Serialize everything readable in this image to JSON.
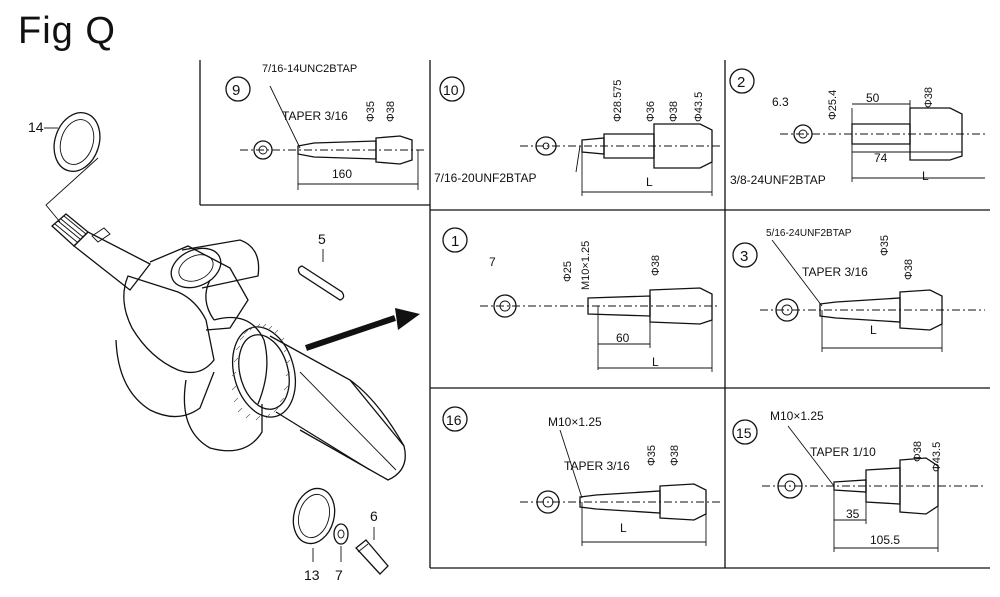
{
  "figure": {
    "title": "Fig Q"
  },
  "callouts": {
    "c14": "14",
    "c5": "5",
    "c6": "6",
    "c13": "13",
    "c7": "7"
  },
  "panels": [
    {
      "id": "9",
      "labels": [
        "7/16-14UNC2BTAP",
        "TAPER 3/16",
        "Φ35",
        "Φ38",
        "160"
      ]
    },
    {
      "id": "10",
      "labels": [
        "Φ28.575",
        "Φ36",
        "Φ38",
        "Φ43.5",
        "7/16-20UNF2BTAP",
        "L"
      ]
    },
    {
      "id": "2",
      "labels": [
        "6.3",
        "Φ25.4",
        "50",
        "Φ38",
        "3/8-24UNF2BTAP",
        "74",
        "L"
      ]
    },
    {
      "id": "1",
      "labels": [
        "7",
        "Φ25",
        "M10×1.25",
        "Φ38",
        "60",
        "L"
      ]
    },
    {
      "id": "3",
      "labels": [
        "5/16-24UNF2BTAP",
        "Φ35",
        "Φ38",
        "TAPER 3/16",
        "L"
      ]
    },
    {
      "id": "16",
      "labels": [
        "M10×1.25",
        "TAPER 3/16",
        "Φ35",
        "Φ38",
        "L"
      ]
    },
    {
      "id": "15",
      "labels": [
        "M10×1.25",
        "Φ38",
        "Φ43.5",
        "TAPER 1/10",
        "35",
        "105.5"
      ]
    }
  ]
}
